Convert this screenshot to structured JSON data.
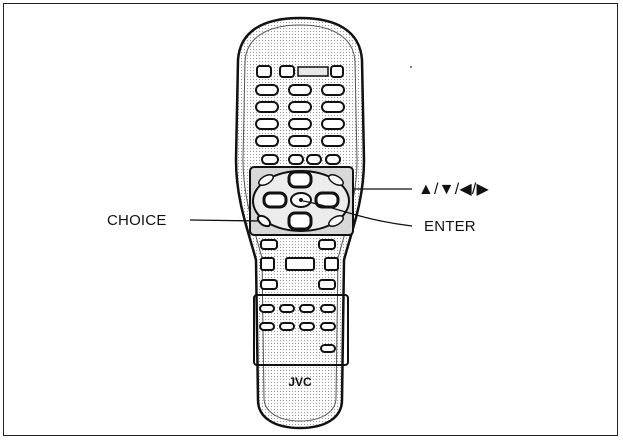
{
  "labels": {
    "choice": "CHOICE",
    "enter": "ENTER",
    "arrows": "▲/▼/◀/▶"
  },
  "remote": {
    "brand": "JVC"
  },
  "colors": {
    "line": "#111111",
    "fill": "#ffffff",
    "panel": "#d8d8d8"
  },
  "icons": [
    "up-arrow-icon",
    "down-arrow-icon",
    "left-arrow-icon",
    "right-arrow-icon"
  ]
}
